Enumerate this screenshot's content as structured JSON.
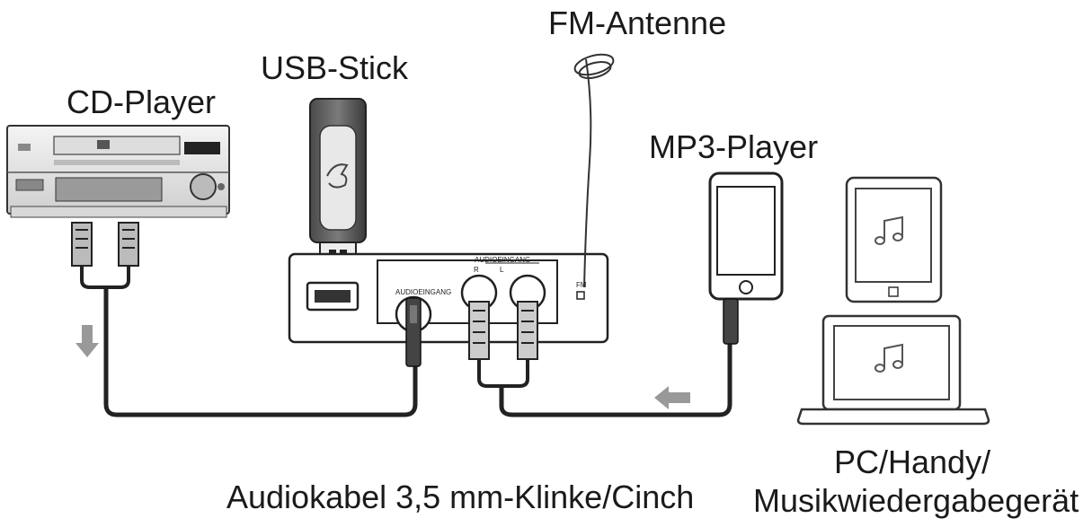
{
  "labels": {
    "cd_player": "CD-Player",
    "usb_stick": "USB-Stick",
    "fm_antenna": "FM-Antenne",
    "mp3_player": "MP3-Player",
    "pc_devices_line1": "PC/Handy/",
    "pc_devices_line2": "Musikwiedergabegerät",
    "cable": "Audiokabel 3,5 mm-Klinke/Cinch"
  },
  "panel_labels": {
    "audio_in_cinch": "AUDIOEINGANG",
    "audio_in_jack": "AUDIOEINGANG",
    "right": "R",
    "left": "L",
    "fm": "FM"
  }
}
